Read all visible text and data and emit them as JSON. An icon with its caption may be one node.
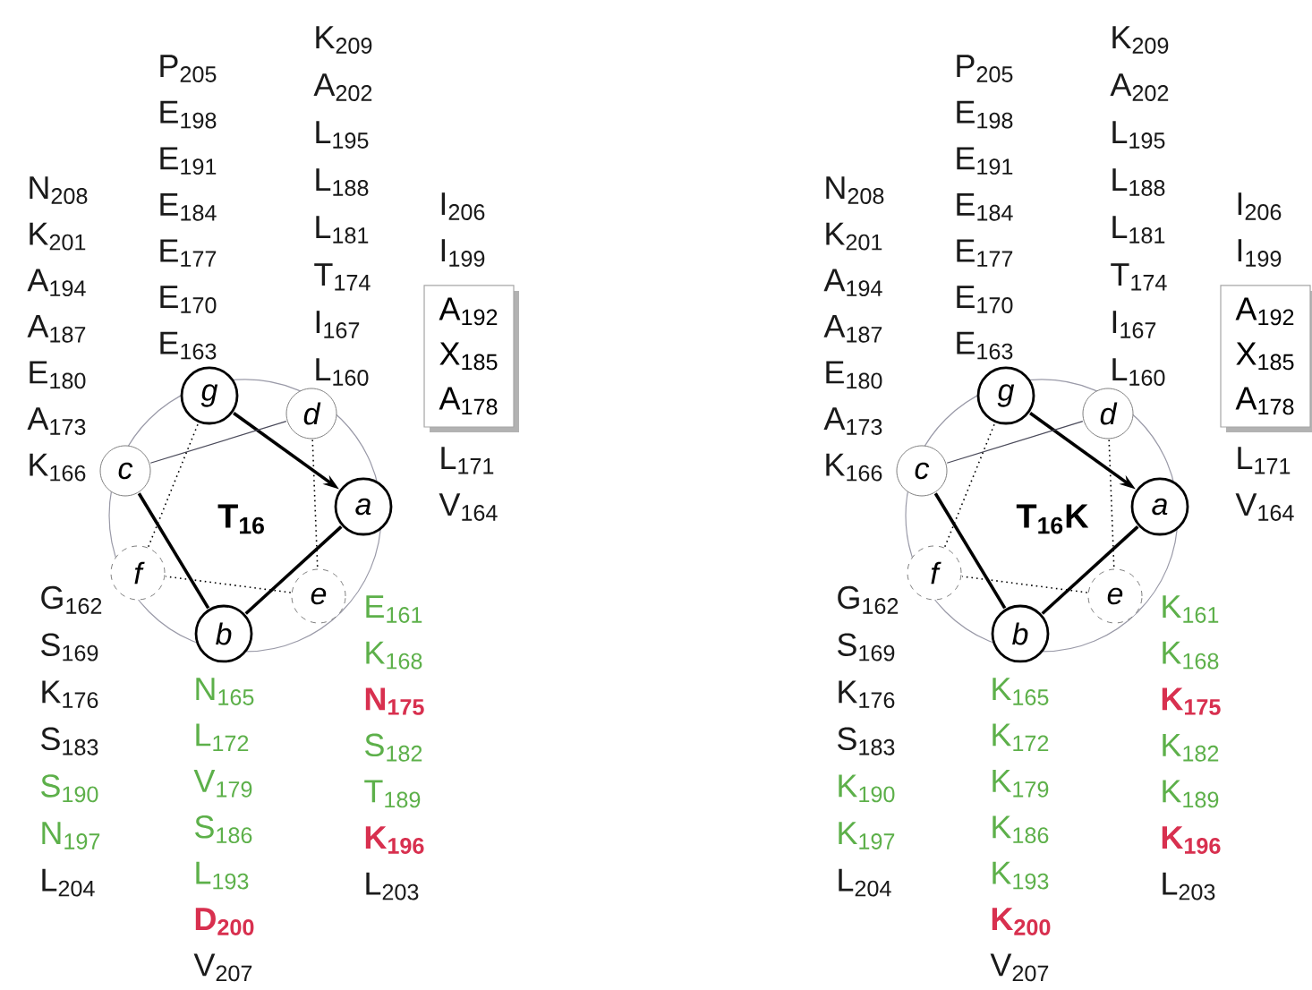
{
  "diagram": {
    "nodes": [
      {
        "text": [
          "g"
        ]
      },
      {
        "text": [
          "d"
        ]
      },
      {
        "text": [
          "c"
        ]
      },
      {
        "text": [
          "a"
        ]
      },
      {
        "text": [
          "f"
        ]
      },
      {
        "text": [
          "e"
        ]
      },
      {
        "text": [
          "b"
        ]
      },
      {
        "text": [
          "A$_{192}$",
          "X$_{185}$",
          "A$_{178}$"
        ]
      },
      {
        "text": [
          "g"
        ]
      },
      {
        "text": [
          "d"
        ]
      },
      {
        "text": [
          "c"
        ]
      },
      {
        "text": [
          "a"
        ]
      },
      {
        "text": [
          "f"
        ]
      },
      {
        "text": [
          "e"
        ]
      },
      {
        "text": [
          "b"
        ]
      },
      {
        "text": [
          "A$_{192}$",
          "X$_{185}$",
          "A$_{178}$"
        ]
      }
    ],
    "edges": [
      {
        "from": 0,
        "to": 3,
        "arrow": "to"
      },
      {
        "from": 3,
        "to": 6,
        "arrow": "none"
      },
      {
        "from": 6,
        "to": 2,
        "arrow": "none"
      },
      {
        "from": 2,
        "to": 1,
        "arrow": "none",
        "color": "#4a4a5a"
      },
      {
        "from": 1,
        "to": 5,
        "arrow": "none",
        "style": "dashed"
      },
      {
        "from": 5,
        "to": 4,
        "arrow": "none",
        "style": "dashed"
      },
      {
        "from": 4,
        "to": 0,
        "arrow": "none",
        "style": "dashed"
      },
      {
        "from": 8,
        "to": 11,
        "arrow": "to"
      },
      {
        "from": 11,
        "to": 14,
        "arrow": "none"
      },
      {
        "from": 14,
        "to": 10,
        "arrow": "none"
      },
      {
        "from": 10,
        "to": 9,
        "arrow": "none",
        "color": "#4a4a5a"
      },
      {
        "from": 9,
        "to": 13,
        "arrow": "none",
        "style": "dashed"
      },
      {
        "from": 13,
        "to": 12,
        "arrow": "none",
        "style": "dashed"
      },
      {
        "from": 12,
        "to": 8,
        "arrow": "none",
        "style": "dashed"
      }
    ],
    "labels": [
      "N$_{208}$",
      "K$_{201}$",
      "A$_{194}$",
      "A$_{187}$",
      "E$_{180}$",
      "A$_{173}$",
      "K$_{166}$",
      "P$_{205}$",
      "E$_{198}$",
      "E$_{191}$",
      "E$_{184}$",
      "E$_{177}$",
      "E$_{170}$",
      "E$_{163}$",
      "K$_{209}$",
      "A$_{202}$",
      "L$_{195}$",
      "L$_{188}$",
      "L$_{181}$",
      "T$_{174}$",
      "I$_{167}$",
      "L$_{160}$",
      "I$_{206}$",
      "I$_{199}$",
      "L$_{171}$",
      "V$_{164}$",
      "T$_{16}$",
      "G$_{162}$",
      "S$_{169}$",
      "K$_{176}$",
      "S$_{183}$",
      "S$_{190}$",
      "N$_{197}$",
      "L$_{204}$",
      "N$_{165}$",
      "L$_{172}$",
      "V$_{179}$",
      "S$_{186}$",
      "L$_{193}$",
      "D$_{200}$",
      "V$_{207}$",
      "E$_{161}$",
      "K$_{168}$",
      "N$_{175}$",
      "S$_{182}$",
      "T$_{189}$",
      "K$_{196}$",
      "L$_{203}$",
      "N$_{208}$",
      "K$_{201}$",
      "A$_{194}$",
      "A$_{187}$",
      "E$_{180}$",
      "A$_{173}$",
      "K$_{166}$",
      "P$_{205}$",
      "E$_{198}$",
      "E$_{191}$",
      "E$_{184}$",
      "E$_{177}$",
      "E$_{170}$",
      "E$_{163}$",
      "K$_{209}$",
      "A$_{202}$",
      "L$_{195}$",
      "L$_{188}$",
      "L$_{181}$",
      "T$_{174}$",
      "I$_{167}$",
      "L$_{160}$",
      "I$_{206}$",
      "I$_{199}$",
      "L$_{171}$",
      "V$_{164}$",
      "T$_{16}$K",
      "G$_{162}$",
      "S$_{169}$",
      "K$_{176}$",
      "S$_{183}$",
      "K$_{190}$",
      "K$_{197}$",
      "L$_{204}$",
      "K$_{165}$",
      "K$_{172}$",
      "K$_{179}$",
      "K$_{186}$",
      "K$_{193}$",
      "K$_{200}$",
      "V$_{207}$",
      "K$_{161}$",
      "K$_{168}$",
      "K$_{175}$",
      "K$_{182}$",
      "K$_{189}$",
      "K$_{196}$",
      "L$_{203}$"
    ]
  }
}
